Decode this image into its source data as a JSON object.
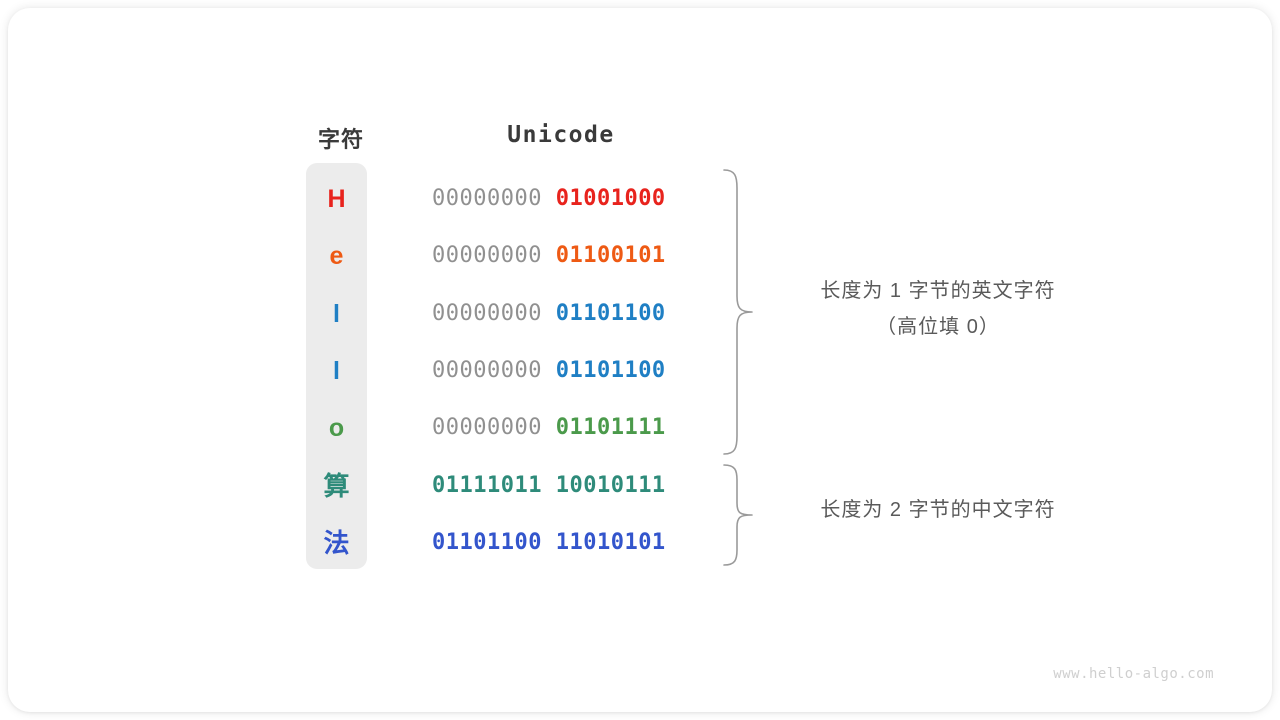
{
  "page": {
    "background": "#ffffff",
    "card_background": "#ffffff"
  },
  "headers": {
    "char": "字符",
    "unicode": "Unicode"
  },
  "colors": {
    "char_box": "#ececec",
    "high_byte": "#909090",
    "note_text": "#5a5a5a",
    "header_text": "#3a3a3a",
    "watermark": "#cfcfcf",
    "brace": "#9a9a9a"
  },
  "rows": [
    {
      "char": "H",
      "color": "#e8231d",
      "high": "00000000",
      "low": "01001000",
      "padded": true,
      "cjk": false
    },
    {
      "char": "e",
      "color": "#ee5a14",
      "high": "00000000",
      "low": "01100101",
      "padded": true,
      "cjk": false
    },
    {
      "char": "l",
      "color": "#1f7fc4",
      "high": "00000000",
      "low": "01101100",
      "padded": true,
      "cjk": false
    },
    {
      "char": "l",
      "color": "#1f7fc4",
      "high": "00000000",
      "low": "01101100",
      "padded": true,
      "cjk": false
    },
    {
      "char": "o",
      "color": "#4b9a4b",
      "high": "00000000",
      "low": "01101111",
      "padded": true,
      "cjk": false
    },
    {
      "char": "算",
      "color": "#2e8b7a",
      "high": "01111011",
      "low": "10010111",
      "padded": false,
      "cjk": true
    },
    {
      "char": "法",
      "color": "#3355cc",
      "high": "01101100",
      "low": "11010101",
      "padded": false,
      "cjk": true
    }
  ],
  "notes": {
    "english": {
      "line1": "长度为 1 字节的英文字符",
      "line2": "（高位填 0）"
    },
    "chinese": {
      "line1": "长度为 2 字节的中文字符",
      "line2": ""
    }
  },
  "watermark": "www.hello-algo.com"
}
